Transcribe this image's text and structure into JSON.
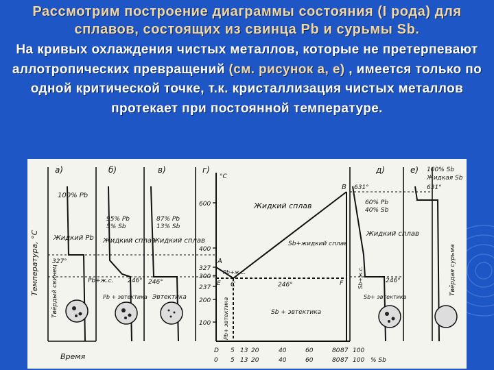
{
  "slide": {
    "title": "Рассмотрим построение диаграммы состояния (I рода) для сплавов, состоящих из свинца Pb и сурьмы Sb.",
    "paragraph": {
      "part1": "На кривых охлаждения чистых металлов, которые не претерпевают аллотропических превращений",
      "highlight": "(см. рисунок а, е)",
      "part2": ", имеется только по одной критической точке, т.к. кристаллизация чистых металлов протекает при постоянной температуре."
    }
  },
  "colors": {
    "background": "#1f56c6",
    "title": "#f2d7a0",
    "text": "#ffffff",
    "figure_bg": "#f4f4ef"
  },
  "figure": {
    "panel_labels": [
      "а)",
      "б)",
      "в)",
      "г)",
      "д)",
      "е)"
    ],
    "y_axis_label": "Температура, °С",
    "x_axis_label": "Время",
    "y_unit": "°С",
    "y_ticks": [
      "600",
      "400",
      "327",
      "300",
      "237",
      "200",
      "100"
    ],
    "x_ticks": [
      "0",
      "5",
      "13",
      "20",
      "40",
      "60",
      "80",
      "87",
      "100"
    ],
    "x_ticks_top": [
      "D",
      "5",
      "13",
      "20",
      "40",
      "60",
      "80",
      "87",
      "100"
    ],
    "x_unit": "% Sb",
    "point_labels": [
      "A",
      "B",
      "C",
      "E",
      "F"
    ],
    "temperatures": {
      "pb_melt": "327°",
      "sb_melt": "631°",
      "eutectic": "246°"
    },
    "panel_a": {
      "composition": "100% Pb",
      "liquid": "Жидкий Pb",
      "melt": "327°",
      "solid": "Твёрдый свинец"
    },
    "panel_b": {
      "composition": [
        "95% Pb",
        "5% Sb"
      ],
      "liquid": "Жидкий сплав",
      "mix": "Pb+ж.с.",
      "eut_temp": "246°",
      "solid": "Pb + эвтектика"
    },
    "panel_c": {
      "composition": [
        "87% Pb",
        "13% Sb"
      ],
      "liquid": "Жидкий сплав",
      "eut_temp": "246°",
      "solid": "Эвтектика"
    },
    "panel_d": {
      "liquid": "Жидкий сплав",
      "region_left": "Pb+ж.с.",
      "region_right": "Sb+жидкий сплав",
      "eut_temp": "246°",
      "lower_left": "Pb+ эвтектика",
      "lower_right": "Sb + эвтектика"
    },
    "panel_e": {
      "composition": [
        "60% Pb",
        "40% Sb"
      ],
      "liquid": "Жидкий сплав",
      "mix": "Sb+ж.с.",
      "eut_temp": "246°",
      "solid": "Sb+ эвтектика",
      "melt": "631°"
    },
    "panel_f": {
      "composition": "100% Sb",
      "liquid": "Жидкая Sb",
      "melt": "631°",
      "solid": "Твёрдая сурьма"
    }
  }
}
